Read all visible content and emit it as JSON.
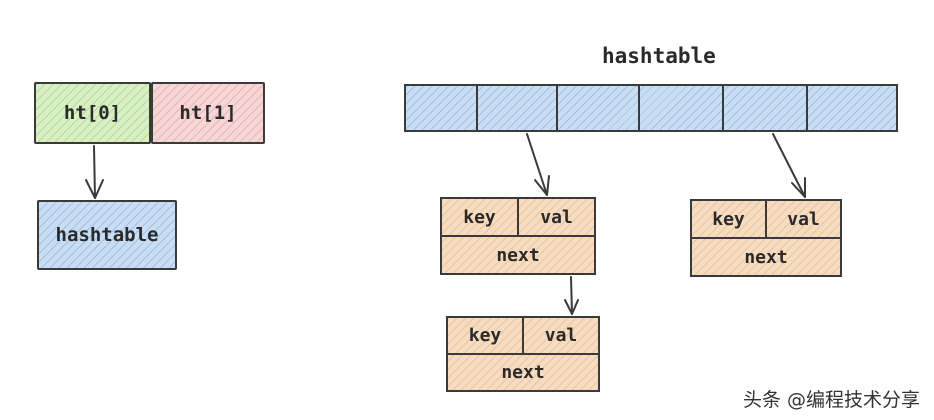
{
  "ht_pointers": [
    {
      "label": "ht[0]"
    },
    {
      "label": "ht[1]"
    }
  ],
  "left_table_label": "hashtable",
  "right_title": "hashtable",
  "table_slots": 6,
  "entries": [
    {
      "key": "key",
      "val": "val",
      "next": "next"
    },
    {
      "key": "key",
      "val": "val",
      "next": "next"
    },
    {
      "key": "key",
      "val": "val",
      "next": "next"
    }
  ],
  "watermark": "头条 @编程技术分享",
  "colors": {
    "green": "#d8f0c4",
    "red": "#f7d6d6",
    "blue": "#c9def2",
    "orange": "#f6dcc0",
    "stroke": "#3a3a3a"
  }
}
